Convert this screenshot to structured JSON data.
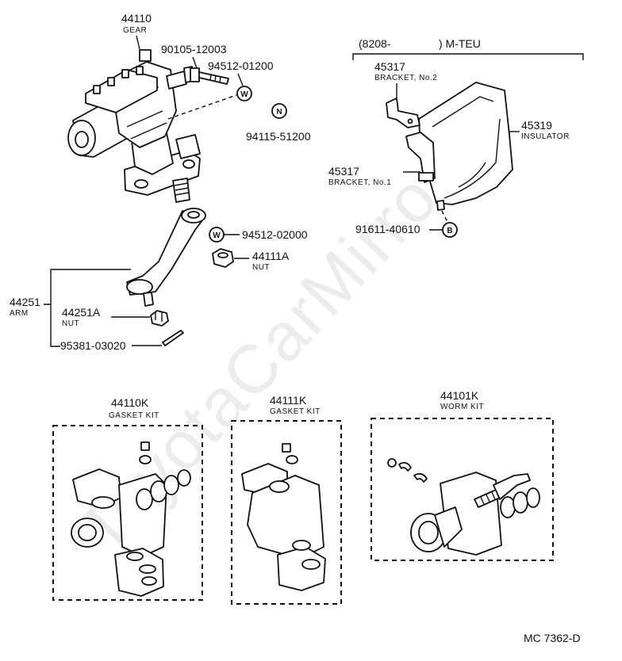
{
  "watermark": "ToyotaCarMirror.ru",
  "parts": {
    "gear": {
      "number": "44110",
      "name": "GEAR"
    },
    "bolt": {
      "number": "90105-12003"
    },
    "washer_upper": {
      "number": "94512-01200",
      "symbol": "W"
    },
    "nut_upper": {
      "symbol": "N",
      "number": "94115-51200"
    },
    "washer_lower": {
      "number": "94512-02000",
      "symbol": "W"
    },
    "nut_44111a": {
      "number": "44111A",
      "name": "NUT"
    },
    "arm": {
      "number": "44251",
      "name": "ARM"
    },
    "arm_nut": {
      "number": "44251A",
      "name": "NUT"
    },
    "cotter_pin": {
      "number": "95381-03020"
    }
  },
  "insulator_group": {
    "range_start": "(8208-",
    "range_end": ") M-TEU",
    "bracket_no2": {
      "number": "45317",
      "name": "BRACKET, No.2"
    },
    "insulator": {
      "number": "45319",
      "name": "INSULATOR"
    },
    "bracket_no1": {
      "number": "45317",
      "name": "BRACKET, No.1"
    },
    "bolt": {
      "number": "91611-40610",
      "symbol": "B"
    }
  },
  "kits": [
    {
      "number": "44110K",
      "name": "GASKET KIT"
    },
    {
      "number": "44111K",
      "name": "GASKET KIT"
    },
    {
      "number": "44101K",
      "name": "WORM KIT"
    }
  ],
  "drawing_code": "MC 7362-D"
}
